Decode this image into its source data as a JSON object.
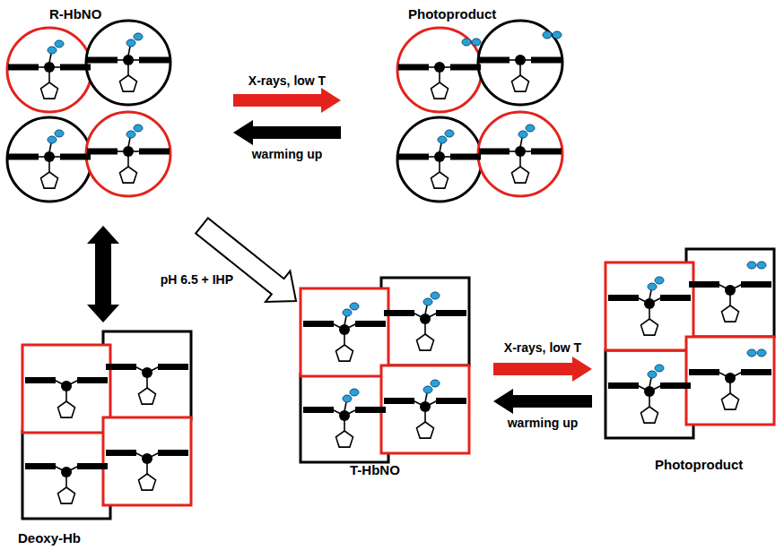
{
  "diagram": {
    "nodes": [
      {
        "text": [
          "R-HbNO"
        ]
      },
      {
        "text": [
          "Photoproduct"
        ]
      },
      {
        "text": [
          "T-HbNO"
        ]
      },
      {
        "text": [
          "Photoproduct"
        ]
      },
      {
        "text": [
          "Deoxy-Hb"
        ]
      }
    ],
    "edges": [
      {
        "from": 0,
        "to": 1,
        "arrow": "to",
        "label": "X-rays, low T"
      },
      {
        "from": 1,
        "to": 0,
        "arrow": "to",
        "label": "warming up"
      },
      {
        "from": 0,
        "to": 4,
        "arrow": "both"
      },
      {
        "from": 0,
        "to": 2,
        "arrow": "to",
        "label": "pH 6.5 + IHP"
      },
      {
        "from": 2,
        "to": 3,
        "arrow": "to",
        "label": "X-rays, low T"
      },
      {
        "from": 3,
        "to": 2,
        "arrow": "to",
        "label": "warming up"
      }
    ]
  }
}
